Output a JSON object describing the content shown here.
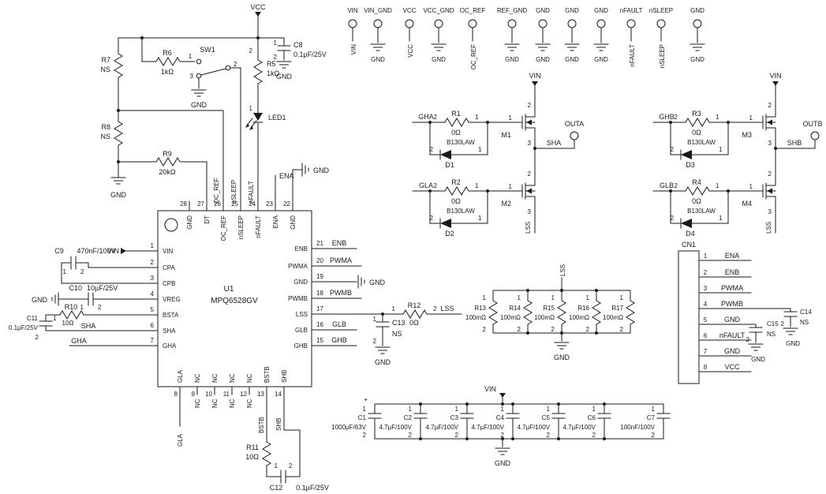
{
  "common": {
    "p1": "1",
    "p2": "2",
    "p3": "3",
    "gnd": "GND",
    "vin": "VIN",
    "vcc": "VCC",
    "lss": "LSS",
    "nc": "NC",
    "zero": "0Ω",
    "b130law": "B130LAW",
    "mohm": "100mΩ",
    "plus": "+"
  },
  "tl": {
    "r5": {
      "ref": "R5",
      "val": "1kΩ"
    },
    "r6": {
      "ref": "R6",
      "val": "1kΩ"
    },
    "r7": {
      "ref": "R7",
      "val": "NS"
    },
    "r8": {
      "ref": "R8",
      "val": "NS"
    },
    "r9": {
      "ref": "R9",
      "val": "20kΩ"
    },
    "c8": {
      "ref": "C8",
      "val": "0.1µF/25V"
    },
    "sw1": "SW1",
    "led1": "LED1"
  },
  "tp": {
    "labels": [
      "VIN",
      "VIN_GND",
      "VCC",
      "VCC_GND",
      "OC_REF",
      "REF_GND",
      "GND",
      "GND",
      "GND",
      "nFAULT",
      "nSLEEP",
      "GND"
    ]
  },
  "ic": {
    "ref": "U1",
    "part": "MPQ6528GV",
    "left_nums": [
      "1",
      "2",
      "3",
      "4",
      "5",
      "6",
      "7"
    ],
    "left_names": [
      "VIN",
      "CPA",
      "CPB",
      "VREG",
      "BSTA",
      "SHA",
      "GHA"
    ],
    "top_nums": [
      "28",
      "27",
      "26",
      "25",
      "24",
      "23",
      "22"
    ],
    "top_names": [
      "GND",
      "DT",
      "OC_REF",
      "nSLEEP",
      "nFAULT",
      "ENA",
      "GND"
    ],
    "right_nums": [
      "21",
      "20",
      "19",
      "18",
      "17",
      "16",
      "15"
    ],
    "right_names": [
      "ENB",
      "PWMA",
      "GND",
      "PWMB",
      "LSS",
      "GLB",
      "GHB"
    ],
    "bot_nums": [
      "8",
      "9",
      "10",
      "11",
      "12",
      "13",
      "14"
    ],
    "bot_names": [
      "GLA",
      "NC",
      "NC",
      "NC",
      "NC",
      "BSTB",
      "SHB"
    ]
  },
  "nets": {
    "sha": "SHA",
    "gha": "GHA",
    "gla": "GLA",
    "shb": "SHB",
    "ghb": "GHB",
    "glb": "GLB",
    "bstb": "BSTB",
    "ena": "ENA",
    "enb": "ENB",
    "pwma": "PWMA",
    "pwmb": "PWMB",
    "ocref": "OC_REF",
    "nsleep": "nSLEEP",
    "nfault": "nFAULT",
    "outa": "OUTA",
    "outb": "OUTB"
  },
  "left": {
    "c9": {
      "ref": "C9",
      "val": "470nF/100V"
    },
    "c10": {
      "ref": "C10",
      "val": "10µF/25V"
    },
    "r10": {
      "ref": "R10",
      "val": "10Ω"
    },
    "c11": {
      "ref": "C11",
      "val": "0.1µF/25V"
    }
  },
  "right": {
    "r12": {
      "ref": "R12",
      "val": "0Ω"
    },
    "c13": {
      "ref": "C13",
      "val": "NS"
    }
  },
  "bridge": {
    "r1": "R1",
    "r2": "R2",
    "r3": "R3",
    "r4": "R4",
    "m1": "M1",
    "m2": "M2",
    "m3": "M3",
    "m4": "M4",
    "d1": "D1",
    "d2": "D2",
    "d3": "D3",
    "d4": "D4"
  },
  "sense": {
    "refs": [
      "R13",
      "R14",
      "R15",
      "R16",
      "R17"
    ]
  },
  "cn1": {
    "ref": "CN1",
    "nums": [
      "1",
      "2",
      "3",
      "4",
      "5",
      "6",
      "7",
      "8"
    ],
    "names": [
      "ENA",
      "ENB",
      "PWMA",
      "PWMB",
      "GND",
      "nFAULT",
      "GND",
      "VCC"
    ],
    "c14": {
      "ref": "C14",
      "val": "NS"
    },
    "c15": {
      "ref": "C15",
      "val": "NS"
    }
  },
  "bulk": {
    "caps": [
      {
        "ref": "C1",
        "val": "1000µF/63V"
      },
      {
        "ref": "C2",
        "val": "4.7µF/100V"
      },
      {
        "ref": "C3",
        "val": "4.7µF/100V"
      },
      {
        "ref": "C4",
        "val": "4.7µF/100V"
      },
      {
        "ref": "C5",
        "val": "4.7µF/100V"
      },
      {
        "ref": "C6",
        "val": "4.7µF/100V"
      },
      {
        "ref": "C7",
        "val": "100nF/100V"
      }
    ]
  },
  "bottom": {
    "r11": {
      "ref": "R11",
      "val": "10Ω"
    },
    "c12": {
      "ref": "C12",
      "val": "0.1µF/25V"
    }
  }
}
